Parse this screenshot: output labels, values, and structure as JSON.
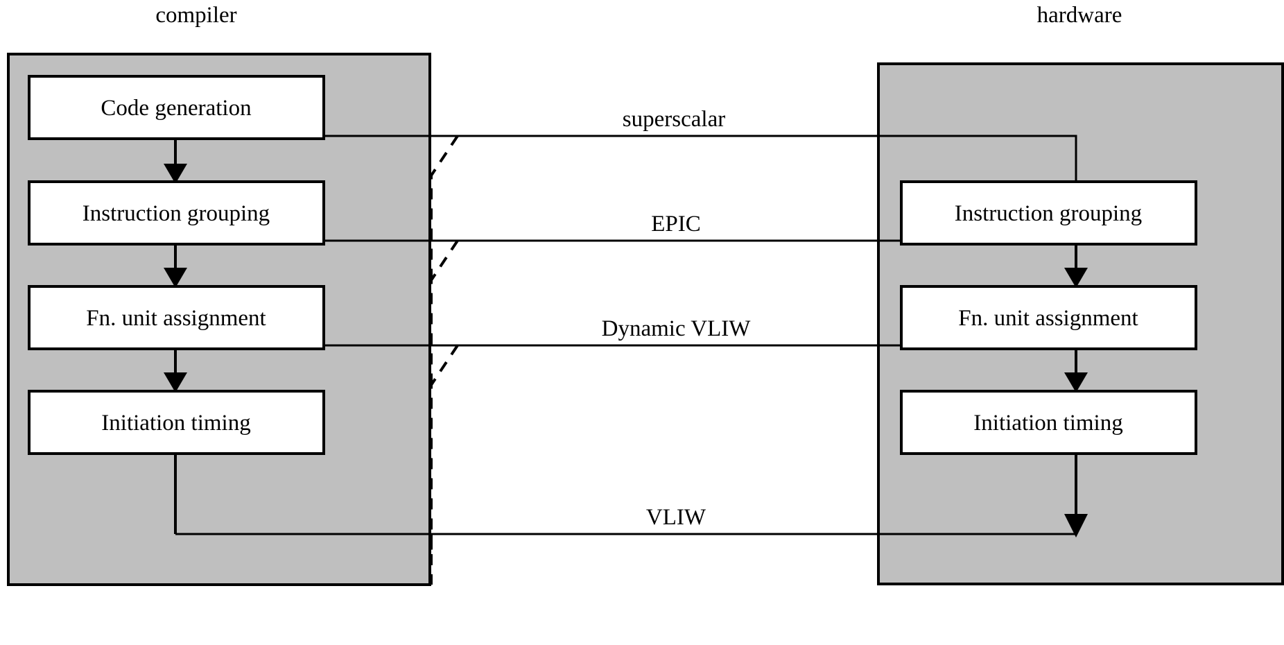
{
  "diagram": {
    "title_left": "compiler",
    "title_right": "hardware",
    "background": "#ffffff",
    "panel_fill": "#bfbfbf",
    "box_fill": "#ffffff",
    "line_color": "#000000",
    "compiler_stages": [
      {
        "label": "Code generation"
      },
      {
        "label": "Instruction grouping"
      },
      {
        "label": "Fn. unit assignment"
      },
      {
        "label": "Initiation timing"
      }
    ],
    "hardware_stages": [
      {
        "label": "Instruction grouping"
      },
      {
        "label": "Fn. unit assignment"
      },
      {
        "label": "Initiation timing"
      }
    ],
    "handoff_labels": [
      {
        "label": "superscalar"
      },
      {
        "label": "EPIC"
      },
      {
        "label": "Dynamic VLIW"
      },
      {
        "label": "VLIW"
      }
    ]
  }
}
